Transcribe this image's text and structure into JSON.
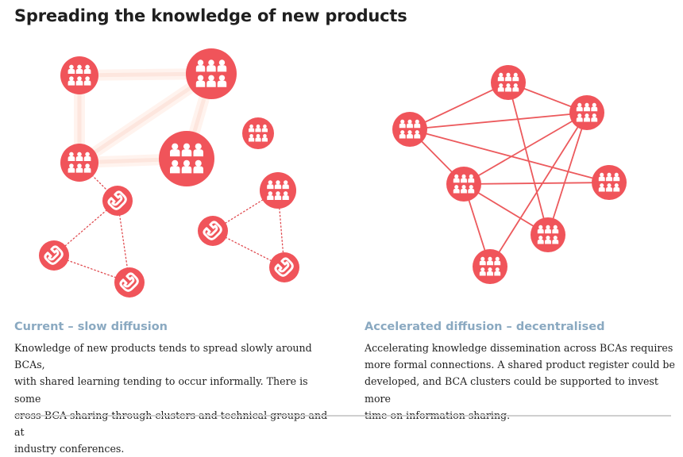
{
  "title": "Spreading the knowledge of new products",
  "colors": {
    "node": "#f0545a",
    "node_icon": "#ffffff",
    "network_link": "#ec5a5d",
    "informal_link": "#fde6de",
    "phone_link": "#e04a4f",
    "caption_heading": "#8aa9c1",
    "text": "#1f1f1f",
    "rule": "#cfcfcf"
  },
  "icons": {
    "group": "people-group-icon",
    "phone": "phone-icon"
  },
  "current": {
    "heading": "Current – slow diffusion",
    "lines": [
      "Knowledge of new products tends to spread slowly around BCAs,",
      "with shared learning tending to occur informally. There is some",
      "cross-BCA sharing through clusters and technical groups and at",
      "industry conferences."
    ]
  },
  "accelerated": {
    "heading": "Accelerated diffusion – decentralised",
    "lines": [
      "Accelerating knowledge dissemination across BCAs requires",
      "more formal connections. A shared product register could be",
      "developed, and BCA clusters could be supported to invest more",
      "time on information sharing."
    ]
  }
}
